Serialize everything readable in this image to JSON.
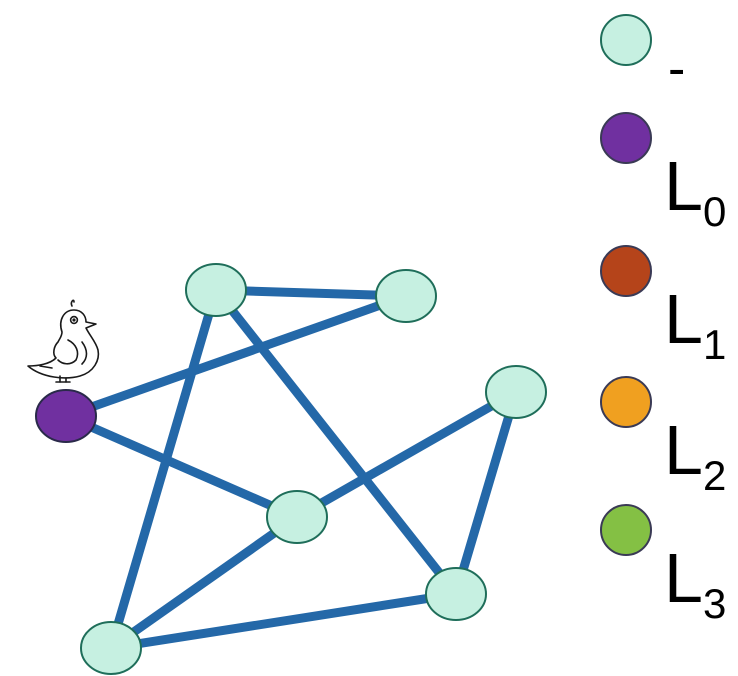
{
  "colors": {
    "edge": "#2468a8",
    "node_default_fill": "#c6f0e1",
    "node_default_stroke": "#1f6e5a",
    "l0": "#7030a0",
    "l1": "#b5441a",
    "l2": "#f0a020",
    "l3": "#84c044"
  },
  "legend": [
    {
      "symbol": "-",
      "sub": "",
      "color": "node_default_fill"
    },
    {
      "symbol": "L",
      "sub": "0",
      "color": "l0"
    },
    {
      "symbol": "L",
      "sub": "1",
      "color": "l1"
    },
    {
      "symbol": "L",
      "sub": "2",
      "color": "l2"
    },
    {
      "symbol": "L",
      "sub": "3",
      "color": "l3"
    }
  ],
  "graph": {
    "nodes": [
      {
        "id": "n1",
        "state": "default"
      },
      {
        "id": "n2",
        "state": "default"
      },
      {
        "id": "n3",
        "state": "l0"
      },
      {
        "id": "n4",
        "state": "default"
      },
      {
        "id": "n5",
        "state": "default"
      },
      {
        "id": "n6",
        "state": "default"
      },
      {
        "id": "n7",
        "state": "default"
      }
    ],
    "edges": [
      [
        "n1",
        "n2"
      ],
      [
        "n1",
        "n7"
      ],
      [
        "n1",
        "n6"
      ],
      [
        "n2",
        "n3"
      ],
      [
        "n3",
        "n5"
      ],
      [
        "n5",
        "n4"
      ],
      [
        "n5",
        "n7"
      ],
      [
        "n4",
        "n6"
      ],
      [
        "n6",
        "n7"
      ]
    ]
  },
  "icons": {
    "agent": "bird-icon"
  }
}
